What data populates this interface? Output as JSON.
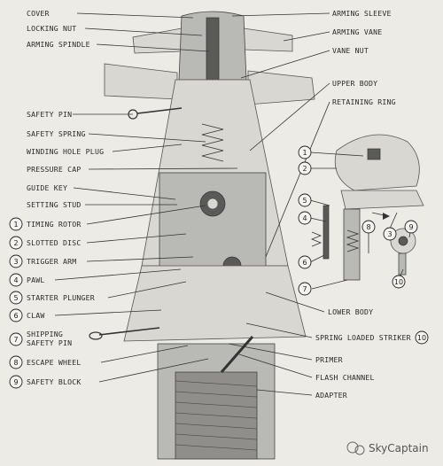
{
  "labels_left": [
    {
      "text": "COVER"
    },
    {
      "text": "LOCKING NUT"
    },
    {
      "text": "ARMING SPINDLE"
    },
    {
      "text": "SAFETY PIN"
    },
    {
      "text": "SAFETY SPRING"
    },
    {
      "text": "WINDING HOLE PLUG"
    },
    {
      "text": "PRESSURE CAP"
    },
    {
      "text": "GUIDE KEY"
    },
    {
      "text": "SETTING STUD"
    }
  ],
  "labels_left_numbered": [
    {
      "num": "1",
      "text": "TIMING ROTOR"
    },
    {
      "num": "2",
      "text": "SLOTTED DISC"
    },
    {
      "num": "3",
      "text": "TRIGGER ARM"
    },
    {
      "num": "4",
      "text": "PAWL"
    },
    {
      "num": "5",
      "text": "STARTER PLUNGER"
    },
    {
      "num": "6",
      "text": "CLAW"
    },
    {
      "num": "7",
      "text": "SHIPPING",
      "text2": "SAFETY PIN"
    },
    {
      "num": "8",
      "text": "ESCAPE WHEEL"
    },
    {
      "num": "9",
      "text": "SAFETY BLOCK"
    }
  ],
  "labels_right": [
    {
      "text": "ARMING SLEEVE"
    },
    {
      "text": "ARMING VANE"
    },
    {
      "text": "VANE NUT"
    },
    {
      "text": "UPPER BODY"
    },
    {
      "text": "RETAINING RING"
    },
    {
      "text": "LOWER BODY"
    },
    {
      "text": "SPRING LOADED STRIKER",
      "num": "10"
    },
    {
      "text": "PRIMER"
    },
    {
      "text": "FLASH CHANNEL"
    },
    {
      "text": "ADAPTER"
    }
  ],
  "inset_numbers": [
    "1",
    "2",
    "5",
    "4",
    "8",
    "3",
    "9",
    "6",
    "7",
    "10"
  ],
  "watermark": "SkyCaptain",
  "colors": {
    "background": "#ecebe6",
    "ink": "#2a2a2a",
    "metal": "#b9b9b6"
  }
}
